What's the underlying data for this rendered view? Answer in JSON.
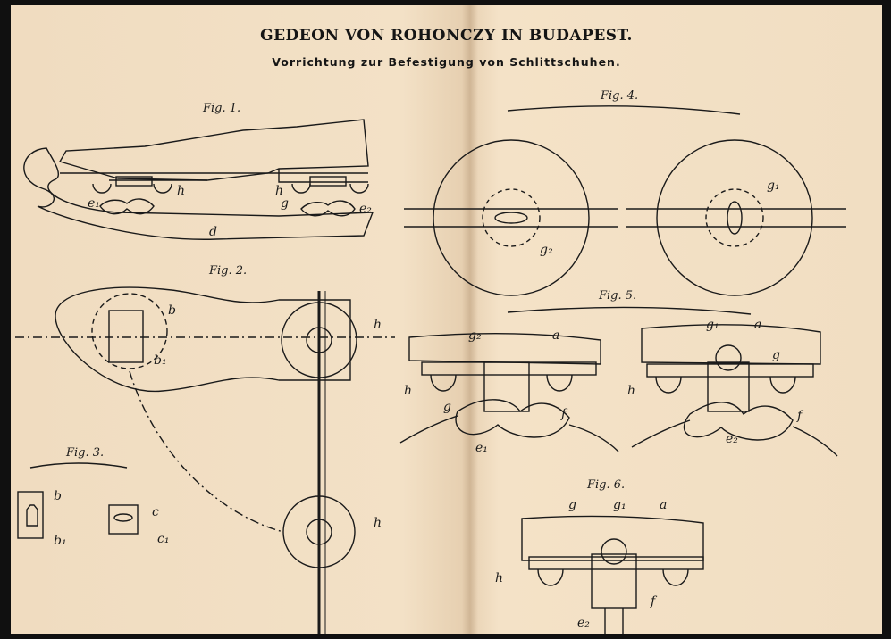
{
  "header": {
    "title": "GEDEON VON ROHONCZY IN BUDAPEST.",
    "subtitle": "Vorrichtung zur Befestigung von Schlittschuhen."
  },
  "figures": {
    "fig1": "Fig. 1.",
    "fig2": "Fig. 2.",
    "fig3": "Fig. 3.",
    "fig4": "Fig. 4.",
    "fig5": "Fig. 5.",
    "fig6": "Fig. 6."
  },
  "labels": {
    "f1_h1": "h",
    "f1_h2": "h",
    "f1_e1": "e₁",
    "f1_g": "g",
    "f1_e2": "e₂",
    "f1_d": "d",
    "f2_b": "b",
    "f2_b1": "b₁",
    "f2_h1": "h",
    "f2_h2": "h",
    "f3_b": "b",
    "f3_b1": "b₁",
    "f3_c": "c",
    "f3_c1": "c₁",
    "f4_g2": "g₂",
    "f4_g1": "g₁",
    "f5_g2": "g₂",
    "f5_a": "a",
    "f5_h": "h",
    "f5_g": "g",
    "f5_f": "f",
    "f5_e1": "e₁",
    "f5_g1": "g₁",
    "f5_a2": "a",
    "f5_g3": "g",
    "f5_h2": "h",
    "f5_f2": "f",
    "f5_e2": "e₂",
    "f6_g": "g",
    "f6_g1": "g₁",
    "f6_a": "a",
    "f6_h": "h",
    "f6_f": "f",
    "f6_e": "e₂"
  },
  "colors": {
    "paper": "#f1dec2",
    "ink": "#1a1a1a"
  }
}
